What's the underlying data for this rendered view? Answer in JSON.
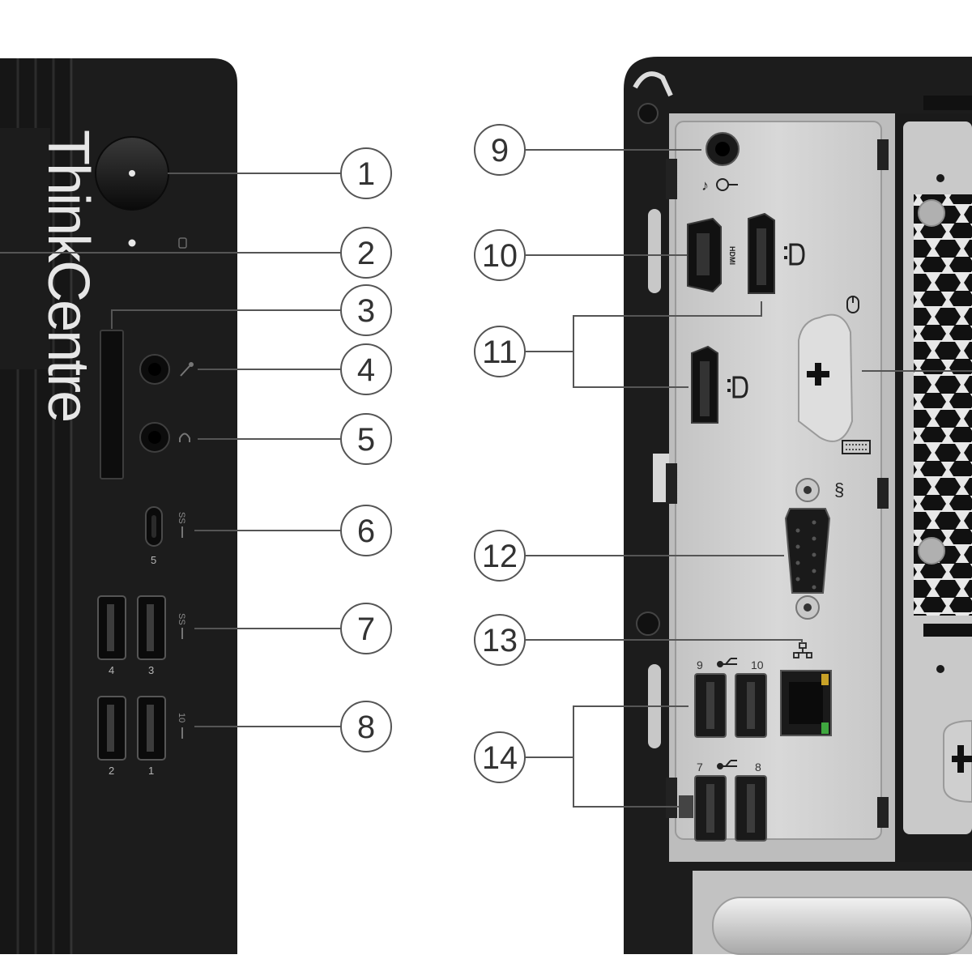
{
  "brand": "ThinkCentre",
  "callouts": {
    "c1": "1",
    "c2": "2",
    "c3": "3",
    "c4": "4",
    "c5": "5",
    "c6": "6",
    "c7": "7",
    "c8": "8",
    "c9": "9",
    "c10": "10",
    "c11": "11",
    "c12": "12",
    "c13": "13",
    "c14": "14"
  },
  "front_port_numbers": {
    "usbc": "5",
    "a4": "4",
    "a3": "3",
    "a2": "2",
    "a1": "1"
  },
  "rear_port_numbers": {
    "p9": "9",
    "p10": "10",
    "p7": "7",
    "p8": "8"
  },
  "icons": [
    "power-icon",
    "mic-icon",
    "headphone-icon",
    "ss-usb-icon",
    "usb-icon",
    "hdmi-icon",
    "displayport-icon",
    "mouse-icon",
    "keyboard-icon",
    "serial-icon",
    "lan-icon",
    "audio-out-icon"
  ],
  "colors": {
    "chassis": "#1c1c1c",
    "io_plate": "#cfcfcf",
    "callout_line": "#555555",
    "led_green": "#3fa83f"
  }
}
